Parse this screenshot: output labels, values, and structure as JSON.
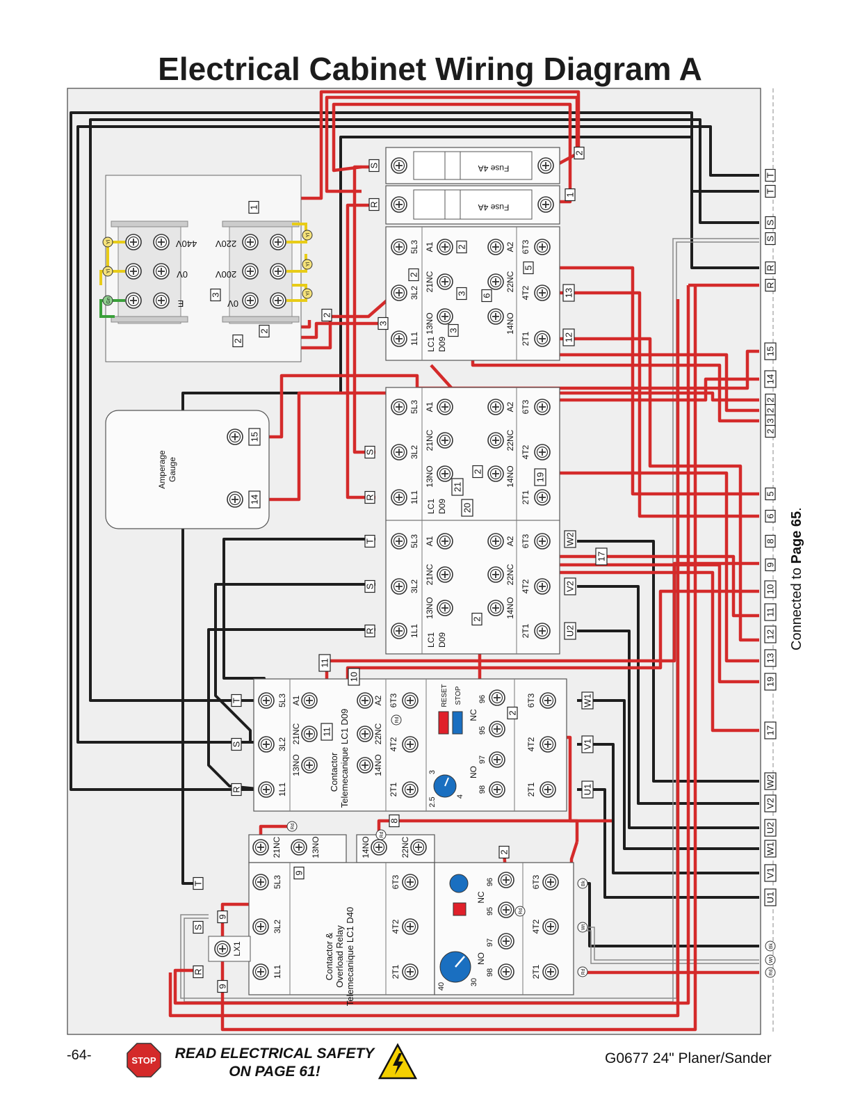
{
  "title": "Electrical Cabinet Wiring Diagram A",
  "page_number": "-64-",
  "warning": {
    "line1": "READ ELECTRICAL SAFETY",
    "line2": "ON PAGE 61!",
    "stop_sign": "STOP"
  },
  "product": "G0677 24\" Planer/Sander",
  "connected_note": {
    "prefix": "Connected to ",
    "bold": "Page 65",
    "suffix": "."
  },
  "colors": {
    "wire_red": "#d42a2a",
    "wire_black": "#1e1e1e",
    "panel_bg": "#efefef",
    "box_fill": "#fbfbfb",
    "yellow": "#e8cc18",
    "green": "#3aa03a",
    "blue": "#1a6fc0",
    "reset_red": "#e0202a"
  },
  "fuses": {
    "label": "Fuse 4A",
    "terminals": [
      "S",
      "R"
    ],
    "wire_numbers": [
      "2",
      "1"
    ]
  },
  "transformer": {
    "primary": [
      "440V",
      "0V",
      "E"
    ],
    "secondary": [
      "220V",
      "200V",
      "0V"
    ],
    "jumper": "Yl",
    "ground": "Gn",
    "wire_numbers": [
      "1",
      "3",
      "2",
      "2",
      "2",
      "3"
    ]
  },
  "amperage_gauge": {
    "label_line1": "Amperage",
    "label_line2": "Gauge",
    "terminals": [
      "15",
      "14"
    ]
  },
  "contactor_top": {
    "poles": [
      "5L3",
      "3L2",
      "1L1"
    ],
    "aux": [
      "A1",
      "21NC",
      "13NO",
      "A2",
      "22NC",
      "14NO"
    ],
    "outputs": [
      "6T3",
      "4T2",
      "2T1"
    ],
    "model_line1": "LC1",
    "model_line2": "D09",
    "wire_numbers": [
      "2",
      "2",
      "3",
      "3",
      "3",
      "6",
      "5",
      "13",
      "12"
    ]
  },
  "contactor_mid1": {
    "poles": [
      "5L3",
      "3L2",
      "1L1"
    ],
    "aux": [
      "A1",
      "21NC",
      "13NO",
      "A2",
      "22NC",
      "14NO"
    ],
    "outputs": [
      "6T3",
      "4T2",
      "2T1"
    ],
    "model_line1": "LC1",
    "model_line2": "D09",
    "inputs": [
      "S",
      "R"
    ],
    "wire_numbers": [
      "2",
      "21",
      "20",
      "19"
    ]
  },
  "contactor_mid2": {
    "poles": [
      "5L3",
      "3L2",
      "1L1"
    ],
    "aux": [
      "A1",
      "21NC",
      "13NO",
      "A2",
      "22NC",
      "14NO"
    ],
    "outputs": [
      "6T3",
      "4T2",
      "2T1"
    ],
    "model_line1": "LC1",
    "model_line2": "D09",
    "inputs": [
      "T",
      "S",
      "R"
    ],
    "output_labels": [
      "W2",
      "V2",
      "U2"
    ],
    "wire_numbers": [
      "2",
      "17"
    ]
  },
  "contactor_lower": {
    "poles": [
      "5L3",
      "3L2",
      "1L1"
    ],
    "aux": [
      "A1",
      "21NC",
      "13NO",
      "A2",
      "22NC",
      "14NO"
    ],
    "outputs_a": [
      "6T3",
      "4T2",
      "2T1"
    ],
    "outputs_b": [
      "6T3",
      "4T2",
      "2T1"
    ],
    "label_line1": "Contactor",
    "label_line2": "Telemecanique LC1 D09",
    "overload": {
      "reset": "RESET",
      "stop": "STOP",
      "nc": "NC",
      "no": "NO",
      "nc_terms": [
        "96",
        "95"
      ],
      "no_terms": [
        "97",
        "98"
      ],
      "dial": [
        "3",
        "2.5",
        "4"
      ]
    },
    "inputs": [
      "T",
      "S",
      "R"
    ],
    "output_labels": [
      "W1",
      "V1",
      "U1"
    ],
    "wire_numbers": [
      "11",
      "11",
      "10",
      "2",
      "8"
    ],
    "rd": "Rd"
  },
  "overload_relay": {
    "aux": [
      "21NC",
      "13NO",
      "14NO",
      "22NC"
    ],
    "poles": [
      "5L3",
      "3L2",
      "1L1"
    ],
    "outputs_a": [
      "6T3",
      "4T2",
      "2T1"
    ],
    "outputs_b": [
      "6T3",
      "4T2",
      "2T1"
    ],
    "label_line1": "Contactor &",
    "label_line2": "Overload Relay",
    "label_line3": "Telemecanique LC1 D40",
    "nc": "NC",
    "no": "NO",
    "nc_terms": [
      "96",
      "95"
    ],
    "no_terms": [
      "97",
      "98"
    ],
    "dial": [
      "40",
      "30"
    ],
    "inputs": [
      "T",
      "S",
      "R"
    ],
    "wire_numbers": [
      "9",
      "9",
      "9",
      "2"
    ],
    "lx1": "LX1",
    "markers": [
      "Rd",
      "Rd",
      "Rd",
      "Bk",
      "Wt",
      "Rd"
    ]
  },
  "right_terminals": [
    "T",
    "T",
    "S",
    "S",
    "R",
    "R",
    "15",
    "14",
    "2",
    "2",
    "3",
    "2",
    "5",
    "6",
    "8",
    "9",
    "10",
    "11",
    "12",
    "13",
    "19",
    "17",
    "W2",
    "V2",
    "U2",
    "W1",
    "V1",
    "U1"
  ],
  "right_end_markers": [
    "Bk",
    "Wt",
    "Rd"
  ]
}
